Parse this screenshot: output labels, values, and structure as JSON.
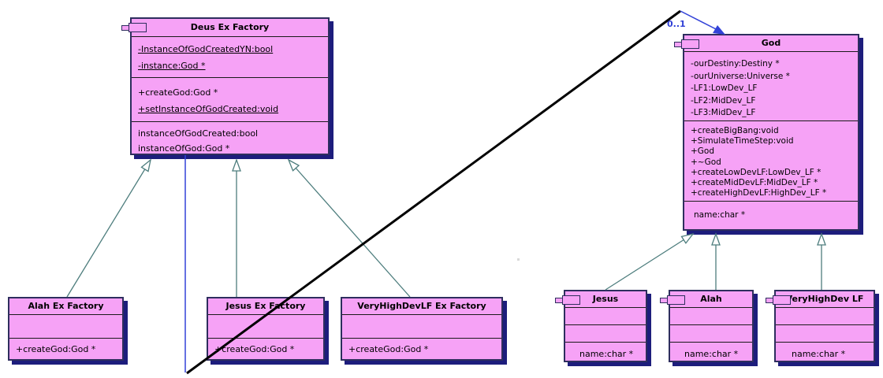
{
  "colors": {
    "box_fill": "#f6a2f6",
    "box_border": "#2e2e5e",
    "box_shadow": "#1d1d7c",
    "generalization_line": "#4d7d7d",
    "association_line": "#3242d8",
    "annotation_line": "#000000",
    "text": "#000000"
  },
  "labels": {
    "multiplicity": "0..1"
  },
  "classes": {
    "deus_ex_factory": {
      "title": "Deus Ex Factory",
      "attributes": [
        "-InstanceOfGodCreatedYN:bool",
        "-instance:God *"
      ],
      "operations": [
        "+createGod:God *",
        "+setInstanceOfGodCreated:void"
      ],
      "properties": [
        "instanceOfGodCreated:bool",
        "instanceOfGod:God *"
      ]
    },
    "god": {
      "title": "God",
      "attributes": [
        "-ourDestiny:Destiny *",
        "-ourUniverse:Universe *",
        "-LF1:LowDev_LF",
        "-LF2:MidDev_LF",
        "-LF3:MidDev_LF"
      ],
      "operations": [
        "+createBigBang:void",
        "+SimulateTimeStep:void",
        "+God",
        "+~God",
        "+createLowDevLF:LowDev_LF *",
        "+createMidDevLF:MidDev_LF *",
        "+createHighDevLF:HighDev_LF *"
      ],
      "properties": [
        "name:char *"
      ]
    },
    "alah_ex_factory": {
      "title": "Alah Ex Factory",
      "operations": [
        "+createGod:God *"
      ]
    },
    "jesus_ex_factory": {
      "title": "Jesus Ex Factory",
      "operations": [
        "+createGod:God *"
      ]
    },
    "veryhighdevlf_ex_factory": {
      "title": "VeryHighDevLF Ex Factory",
      "operations": [
        "+createGod:God *"
      ]
    },
    "jesus": {
      "title": "Jesus",
      "properties": [
        "name:char *"
      ]
    },
    "alah": {
      "title": "Alah",
      "properties": [
        "name:char *"
      ]
    },
    "veryhighdev_lf": {
      "title": "VeryHighDev LF",
      "properties": [
        "name:char *"
      ]
    }
  }
}
